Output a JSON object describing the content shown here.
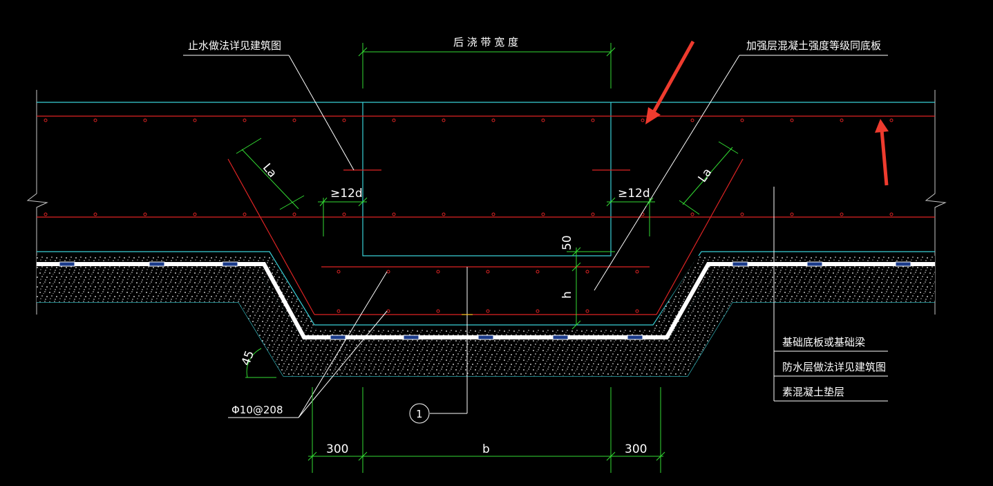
{
  "labels": {
    "top_left_note": "止水做法详见建筑图",
    "top_center_dim": "后 浇 带 宽 度",
    "top_right_note": "加强层混凝土强度等级同底板",
    "lap_left": "La",
    "lap_right": "La",
    "min_left": "≥12d",
    "min_right": "≥12d",
    "dim_50": "50",
    "dim_h": "h",
    "angle": "45",
    "rebar": "Φ10@208",
    "detail_number": "1",
    "dim_300_left": "300",
    "dim_b": "b",
    "dim_300_right": "300",
    "layer_1": "基础底板或基础梁",
    "layer_2": "防水层做法详见建筑图",
    "layer_3": "素混凝土垫层"
  },
  "colors": {
    "background": "#000000",
    "cyan": "#39d1d8",
    "red": "#e02424",
    "green": "#33dd33",
    "white": "#ffffff",
    "yellow": "#e8c21a",
    "arrow": "#ee3b2e",
    "frame": "#c8c8c8"
  }
}
